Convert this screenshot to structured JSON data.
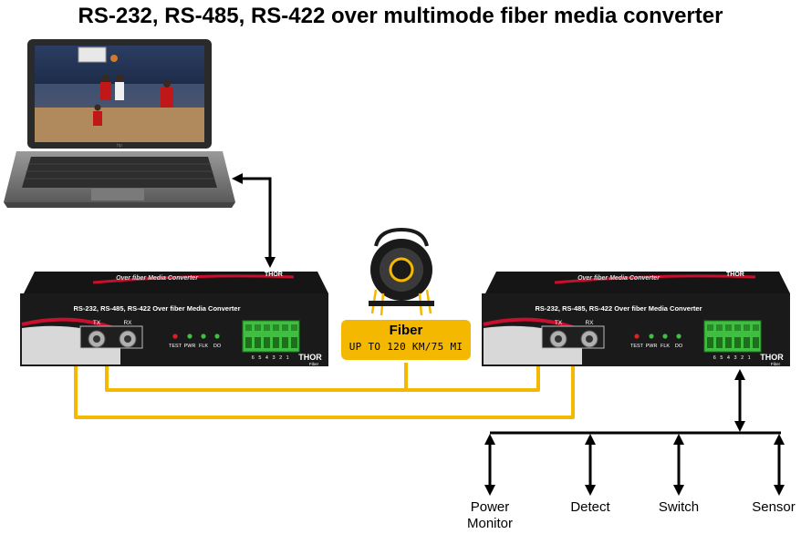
{
  "title": "RS-232, RS-485, RS-422 over multimode fiber media converter",
  "fiber": {
    "title": "Fiber",
    "subtitle": "UP TO 120 KM/75 MI"
  },
  "converter": {
    "top_text": "Over fiber Media Converter",
    "front_label": "RS-232, RS-485, RS-422 Over fiber Media Converter",
    "tx_label": "TX",
    "rx_label": "RX",
    "led_labels": [
      "TEST",
      "PWR",
      "FLK",
      "DO"
    ],
    "terminal_numbers": "6 5 4 3 2 1",
    "brand": "THOR",
    "brand_sub": "Fiber"
  },
  "devices": [
    {
      "label_line1": "Power",
      "label_line2": "Monitor"
    },
    {
      "label_line1": "Detect"
    },
    {
      "label_line1": "Switch"
    },
    {
      "label_line1": "Sensor"
    }
  ],
  "colors": {
    "fiber_cable": "#f5b800",
    "device_body": "#1a1a1a",
    "accent_red": "#c8102e",
    "terminal_green": "#3fbf3f"
  }
}
